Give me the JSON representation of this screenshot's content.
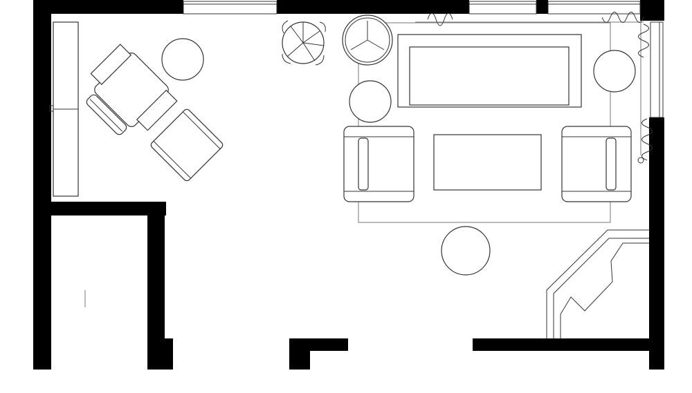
{
  "plan": {
    "colors": {
      "wall": "#000000",
      "line": "#333333",
      "background": "#ffffff"
    },
    "items": [
      "console-table",
      "armchair",
      "ottoman",
      "side-table",
      "round-table",
      "sofa",
      "coffee-table",
      "lounge-chair",
      "rug",
      "fireplace",
      "window",
      "curtain",
      "door-opening"
    ]
  }
}
